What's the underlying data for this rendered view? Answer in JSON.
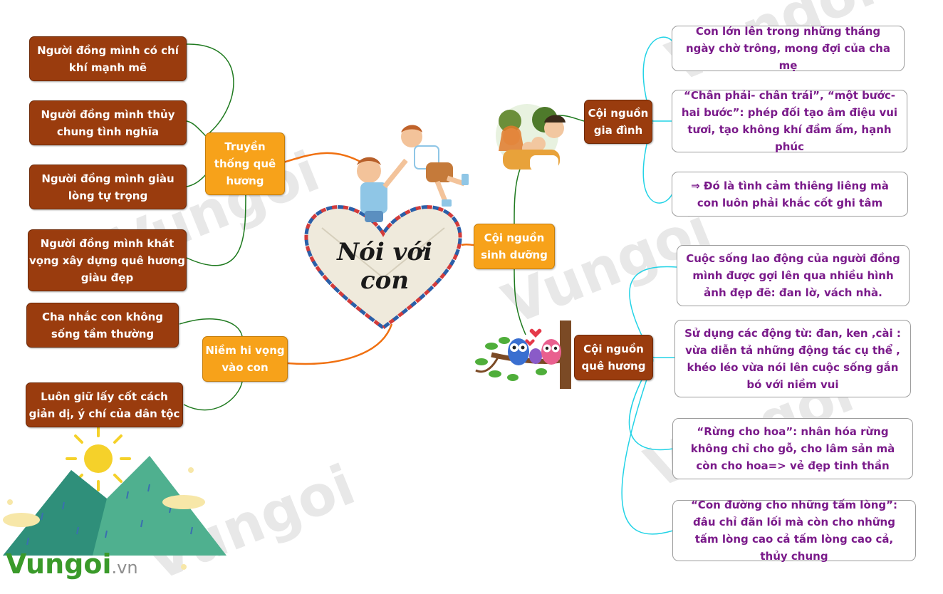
{
  "center": {
    "title": "Nói với con"
  },
  "branches": {
    "truyen_thong": "Truyền thống quê hương",
    "niem_hi_vong": "Niềm hi vọng vào con",
    "coi_nguon_sinh_duong": "Cội nguồn sinh dưỡng",
    "coi_nguon_gia_dinh": "Cội nguồn gia đình",
    "coi_nguon_que_huong": "Cội nguồn quê hương"
  },
  "left_leaves": [
    "Người đồng mình có chí khí mạnh mẽ",
    "Người đồng mình thủy chung tình nghĩa",
    "Người đồng mình giàu lòng tự trọng",
    "Người đồng mình khát vọng xây dựng quê hương giàu đẹp",
    "Cha nhắc con không sống tầm thường",
    "Luôn giữ lấy cốt cách giản dị, ý chí của dân tộc"
  ],
  "family_notes": [
    "Con lớn lên trong những tháng ngày chờ trông, mong đợi của cha mẹ",
    "“Chân phải- chân trái”, “một bước- hai bước”: phép đối tạo âm điệu vui tươi, tạo không khí đầm ấm, hạnh phúc",
    "⇒ Đó là tình cảm thiêng liêng mà con luôn phải khắc cốt ghi tâm"
  ],
  "homeland_notes": [
    "Cuộc sống lao động của người đồng mình được gợi lên qua nhiều hình ảnh đẹp đẽ: đan lờ, vách nhà.",
    "Sử dụng các động từ: đan, ken ,cài : vừa diễn tả những động tác cụ thể , khéo léo vừa nói lên cuộc sống gắn bó với niềm vui",
    "“Rừng cho hoa”: nhân hóa rừng không chỉ cho gỗ, cho lâm sản mà còn cho hoa=> vẻ đẹp tinh thần",
    "“Con đường cho những tấm lòng”: đâu chỉ đãn lối mà còn cho những tấm lòng cao cả tấm lòng cao cả, thủy chung"
  ],
  "watermark": {
    "brand": "Vungoi",
    "suffix": ".vn"
  },
  "colors": {
    "brown": "#9a3c0e",
    "orange": "#f7a21a",
    "purple_text": "#7a1a8a",
    "cyan_line": "#22d3e6",
    "green_line": "#1f7a1f",
    "orange_line": "#f07010"
  },
  "icons": [
    "heart-envelope-icon",
    "father-child-icon",
    "family-icon",
    "owls-on-branch-icon",
    "mountain-sun-icon"
  ]
}
